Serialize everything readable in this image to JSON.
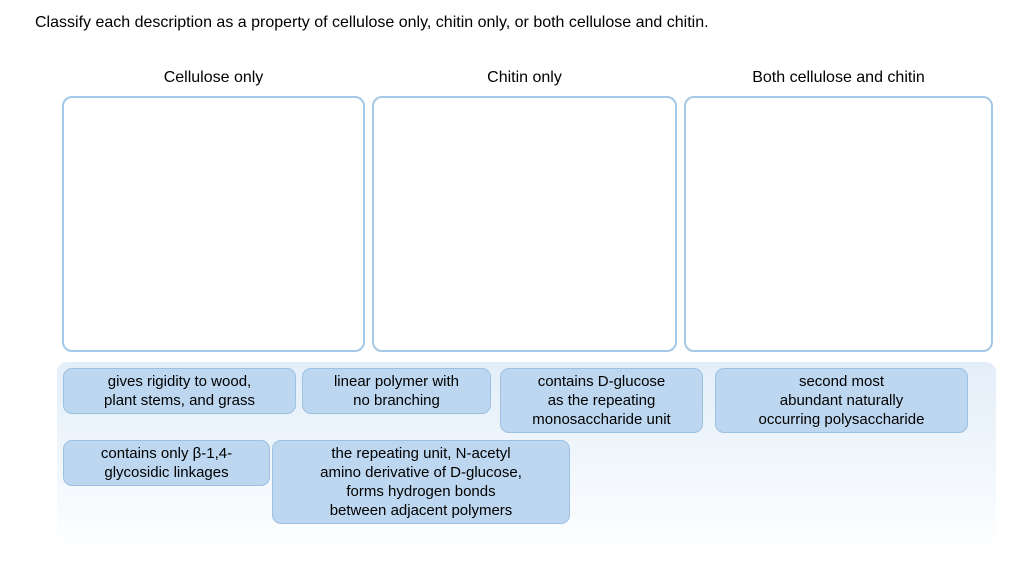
{
  "title": "Classify each description as a property of cellulose only, chitin only, or both cellulose and chitin.",
  "columns": [
    {
      "label": "Cellulose only"
    },
    {
      "label": "Chitin only"
    },
    {
      "label": "Both cellulose and chitin"
    }
  ],
  "chips": [
    {
      "label": "gives rigidity to wood,\nplant stems, and grass"
    },
    {
      "label": "linear polymer with\nno branching"
    },
    {
      "label": "contains D-glucose\nas the repeating\nmonosaccharide unit"
    },
    {
      "label": "second most\nabundant naturally\noccurring polysaccharide"
    },
    {
      "label": "contains only β-1,4-\nglycosidic linkages"
    },
    {
      "label": "the repeating unit, N-acetyl\namino derivative of D-glucose,\nforms hydrogen bonds\nbetween adjacent polymers"
    }
  ],
  "colors": {
    "chip_fill": "#bdd7f0",
    "chip_border": "#9cc1e3",
    "zone_border": "#a4c8e8",
    "tray_top": "#e3eef9",
    "tray_bottom": "#fdfeff"
  }
}
